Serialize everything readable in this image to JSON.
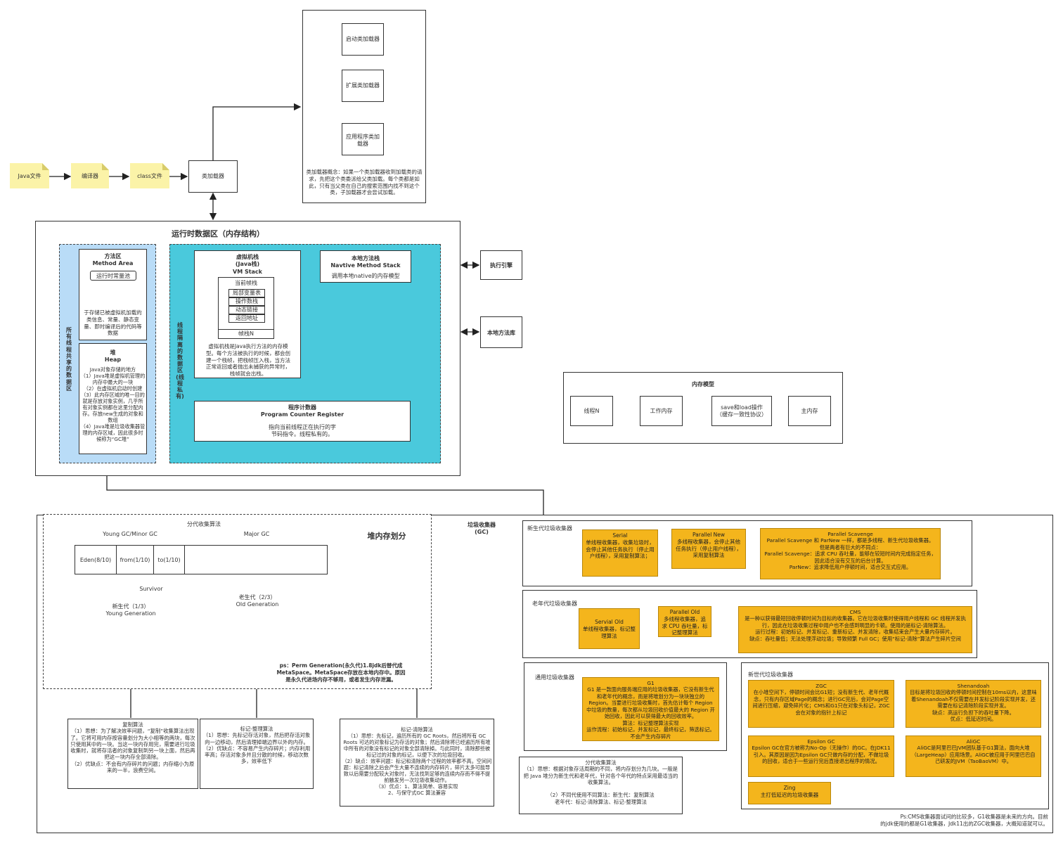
{
  "flow": {
    "java_file": "Java文件",
    "compiler": "编译器",
    "class_file": "class文件",
    "class_loader": "类加载器",
    "bootstrap_loader": "启动类加载器",
    "ext_loader": "扩展类加载器",
    "app_loader": "应用程序类加\n载器",
    "loader_note": "类加载器概念：如果一个类加载器收到加载类的请求，先把这个类委派给父类加载。每个类都是如此，只有当父类在自己的搜索范围内找不到这个类，子加载器才会尝试加载。"
  },
  "runtime": {
    "title": "运行时数据区（内存结构）",
    "shared_label": "所\n有\n线\n程\n共\n享\n的\n数\n据\n区",
    "private_label": "线\n程\n隔\n离\n的\n数\n据\n区\n(线\n程\n私\n有)",
    "method_area_title": "方法区\nMethod Area",
    "runtime_constant_pool": "运行时常量池",
    "method_area_desc": "于存储已被虚拟机加载的类信息、常量、静态变量、即时编译后的代码等数据",
    "heap_title": "堆\nHeap",
    "heap_desc": "Java对象存储的地方\n（1）Java堆是虚拟机管理的内存中最大的一块\n（2）在虚拟机启动时创建\n（3）此内存区域的唯一目的就是存放对象实例，几乎所有对象实例都在这里分配内存。存放new生成的对象和数组\n（4）Java堆是垃圾收集器管理的内存区域，因此很多时候称为“GC堆”",
    "vm_stack_title": "虚拟机栈\n(Java栈)\nVM Stack",
    "current_frame": "当前帧栈",
    "frame_items": [
      "局部变量表",
      "操作数栈",
      "动态链接",
      "返回地址"
    ],
    "frame_n": "帧栈N",
    "vm_stack_desc": "虚拟机栈是Java执行方法的内存模型。每个方法被执行的时候，都会创建一个栈帧，把栈帧压入栈，当方法正常返回或者抛出未捕获的异常时，栈帧就会出栈。",
    "native_stack_title": "本地方法栈\nNavtive Method Stack",
    "native_stack_desc": "调用本地native的内存模型",
    "pc_title": "程序计数器\nProgram Counter Register",
    "pc_desc": "指向当前线程正在执行的字节码指令。线程私有的。",
    "exec_engine": "执行引擎",
    "native_lib": "本地方法库"
  },
  "memory_model": {
    "title": "内存模型",
    "thread": "线程N",
    "working_memory": "工作内存",
    "save_load": "save和load操作\n（缓存一致性协议）",
    "main_memory": "主内存"
  },
  "heap_division": {
    "title": "堆内存划分",
    "gen_algo": "分代收集算法",
    "young_gc": "Young GC/Minor GC",
    "major_gc": "Major GC",
    "eden": "Eden(8/10)",
    "from": "from(1/10)",
    "to": "to(1/10)",
    "survivor": "Survivor",
    "young_gen": "新生代（1/3）\nYoung Generation",
    "old_gen": "老生代（2/3）\nOld Generation",
    "ps_note": "ps：Perm Generation(永久代)1.8jdk后替代成MetaSpace。MetaSpace存放在本地内存中。原因是永久代进场内存不够用，或者发生内存泄漏。"
  },
  "algorithms": {
    "copy": "复制算法\n（1）思想：为了解决效率问题，“复制”收集算法出现了。它将可用内存按容量划分为大小相等的两块，每次只使用其中的一块。当这一块内存用完，需要进行垃圾收集时，就将存活者的对象复制到另一块上面，然后再把这一块内存全部清除。\n（2）优缺点：不会有内存碎片的问题；内存缩小为原来的一半，浪费空间。",
    "mark_compact": "标记-整理算法\n（1）思想：先标记存活对象，然后把存活对象向一边移动，然后清理掉端边界以外的内存。\n（2）优缺点：不容易产生内存碎片；内存利用率高；存活对象多并且分散的时候，移动次数多，效率低下",
    "mark_sweep": "标记-清除算法\n（1）思想：先标记，遍历所有的 GC Roots，然后将所有 GC Roots 可达的对象标记为存活的对象；然后清除将已经遍历所有堆中所有的对象没有标记的对象全部清除掉。与此同时，清除那些被标记过的对象的标记，以便下次的垃圾回收。\n（2）缺点：效率问题：标记和清除两个过程的效率都不高。空间问题：标记清除之后会产生大量不连续的内存碎片，碎片太多可能导致以后需要分配较大对象时，无法找到足够的连续内存而不得不提前触发另一次垃圾收集动作。\n（3）优点：1、算法简单、容易实现\n2、与保守式GC 算法兼容",
    "generational": "分代收集算法\n（1）思想：根据对象存活周期的不同，将内存划分为几块。一般是把 Java 堆分为新生代和老年代，针对各个年代的特点采用最适当的收集算法。\n\n（2）不同代使用不同算法：新生代：复制算法\n老年代：标记-清除算法、标记-整理算法"
  },
  "gc": {
    "title": "垃圾收集器\n(GC)",
    "young_section": "新生代垃圾收集器",
    "old_section": "老年代垃圾收集器",
    "general_section": "通用垃圾收集器",
    "new_section": "新世代垃圾收集器",
    "serial": "Serial\n单线程收集器，收集垃圾时，会停止其他任务执行（停止用户线程），采用复制算法；",
    "parnew": "Parallel New\n多线程收集器，会停止其他任务执行（停止用户线程），采用复制算法",
    "scavenge": "Parallel Scavenge\nParallel Scavenge 和 ParNew 一样，都是多线程、新生代垃圾收集器。\n但是两者有巨大的不同点：\nParallel Scavenge：追求 CPU 吞吐量，能够在较短时间内完成指定任务，因此适合没有交互的后台计算。\nParNew：追求降低用户停顿时间，适合交互式应用。",
    "serial_old": "Servial Old\n单线程收集器，标记整理算法",
    "parallel_old": "Parallel Old\n多线程收集器，追求 CPU 吞吐量，标记整理算法",
    "cms": "CMS\n是一种以获得最短回收停顿时间为目标的收集器。它在垃圾收集时使得用户线程和 GC 线程并发执行，因此在垃圾收集过程中用户也不会感到明显的卡顿。使用的是标记-清除算法。\n运行过程：初始标记、并发标记、重新标记、并发清除，收集结束会产生大量内存碎片。\n缺点：吞吐量低；无法处理浮动垃圾；导致频繁 Full GC；使用“标记-清除”算法产生碎片空间",
    "g1": "G1\nG1 是一款面向服务端应用的垃圾收集器，它没有新生代和老年代的概念，而是将堆划分为一块块独立的 Region。当要进行垃圾收集时，首先估计每个 Region 中垃圾的数量，每次都从垃圾回收价值最大的 Region 开始回收，因此可以获得最大的回收效率。\n算法：标记整理算法实现\n运作流程：初始标记，并发标记，最终标记，筛选标记。不会产生内存碎片",
    "zgc": "ZGC\n在小堆空间下，停顿时间会比G1短；没有新生代、老年代概念，只有内存区域Page的概念；进行GC完后，会对Page空间进行压缩，避免碎片化；CMS和G1只在对象头标记，ZGC会在对象的指针上标记",
    "shenandoah": "Shenandoah\n目标是将垃圾回收的停顿时间控制在10ms以内，这意味着Shenandoah不仅需要在并发标记阶段实现并发，还需要在标记清除阶段实现并发。\n缺点：高运行负担下的吞吐量下降。\n优点：低延迟时间。",
    "epsilon": "Epsilon GC\nEpsilon GC在官方被称为No-Op（无操作）的GC。在JDK11引入。其原因是因为Epsilon GC只做内存的分配，不做垃圾的回收，适合于一些运行完后直接退出程序的情况。",
    "aligc": "AliGC\nAliGC是阿里巴巴JVM团队基于G1算法，面向大堆（LargeHeap）应用场景。AliGC被应用于阿里巴巴自己研发的JVM（TaoBaoVM）中。",
    "zing": "Zing\n主打低延迟的垃圾收集器",
    "ps_footer": "Ps:CMS收集器面试问的比较多，G1收集器是未来的方向。目前\n的jdk使用的都是G1收集器，Jdk11出的ZGC收集器，大概知道就可以。"
  },
  "colors": {
    "shared_bg": "#b9dcf7",
    "private_bg": "#4ac9dc",
    "orange": "#f4b51c",
    "note": "#fbf3a8"
  }
}
